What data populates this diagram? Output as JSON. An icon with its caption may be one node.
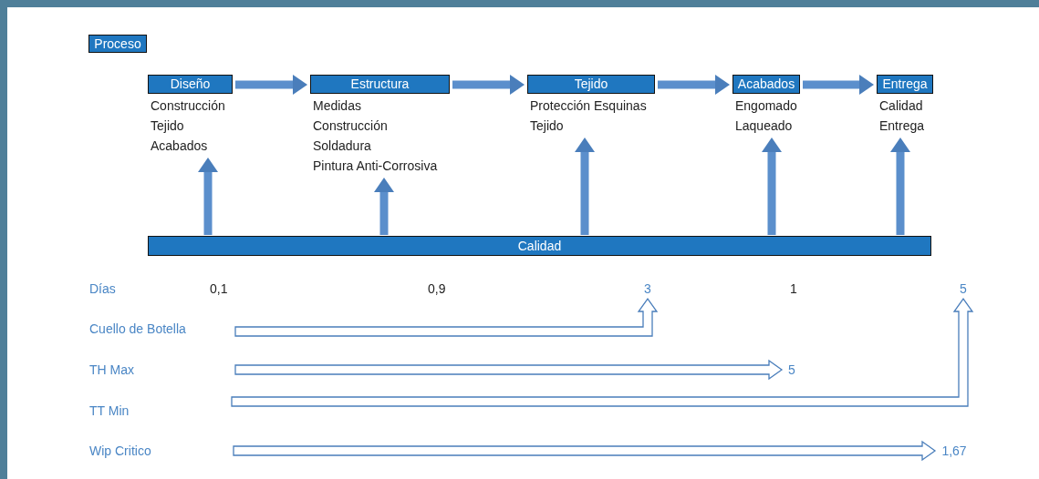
{
  "diagram": {
    "nodes": [
      {
        "text": [
          "Proceso"
        ]
      },
      {
        "text": [
          "Diseño"
        ],
        "beside": [
          "Construcción",
          "Tejido",
          "Acabados"
        ]
      },
      {
        "text": [
          "Estructura"
        ],
        "beside": [
          "Medidas",
          "Construcción",
          "Soldadura",
          "Pintura Anti-Corrosiva"
        ]
      },
      {
        "text": [
          "Tejido"
        ],
        "beside": [
          "Protección Esquinas",
          "Tejido"
        ]
      },
      {
        "text": [
          "Acabados"
        ],
        "beside": [
          "Engomado",
          "Laqueado"
        ]
      },
      {
        "text": [
          "Entrega"
        ],
        "beside": [
          "Calidad",
          "Entrega"
        ]
      },
      {
        "text": [
          "Calidad"
        ]
      },
      {
        "text": [
          "3"
        ]
      },
      {
        "text": [
          "5"
        ]
      },
      {
        "text": [
          "5"
        ]
      },
      {
        "text": [
          "1,67"
        ]
      }
    ],
    "edges": [
      {
        "from": 1,
        "to": 2,
        "arrow": "to"
      },
      {
        "from": 2,
        "to": 3,
        "arrow": "to"
      },
      {
        "from": 3,
        "to": 4,
        "arrow": "to"
      },
      {
        "from": 4,
        "to": 5,
        "arrow": "to"
      },
      {
        "from": 6,
        "to": 1,
        "arrow": "to"
      },
      {
        "from": 6,
        "to": 2,
        "arrow": "to"
      },
      {
        "from": 6,
        "to": 3,
        "arrow": "to"
      },
      {
        "from": 6,
        "to": 4,
        "arrow": "to"
      },
      {
        "from": 6,
        "to": 5,
        "arrow": "to"
      },
      {
        "from": null,
        "to": 7,
        "arrow": "to"
      },
      {
        "from": null,
        "to": 9,
        "arrow": "to"
      },
      {
        "from": null,
        "to": 8,
        "arrow": "to"
      },
      {
        "from": null,
        "to": 10,
        "arrow": "to"
      }
    ],
    "labels": [
      "Días",
      "0,1",
      "0,9",
      "1",
      "Cuello de Botella",
      "TH Max",
      "TT Min",
      "Wip Critico"
    ]
  }
}
